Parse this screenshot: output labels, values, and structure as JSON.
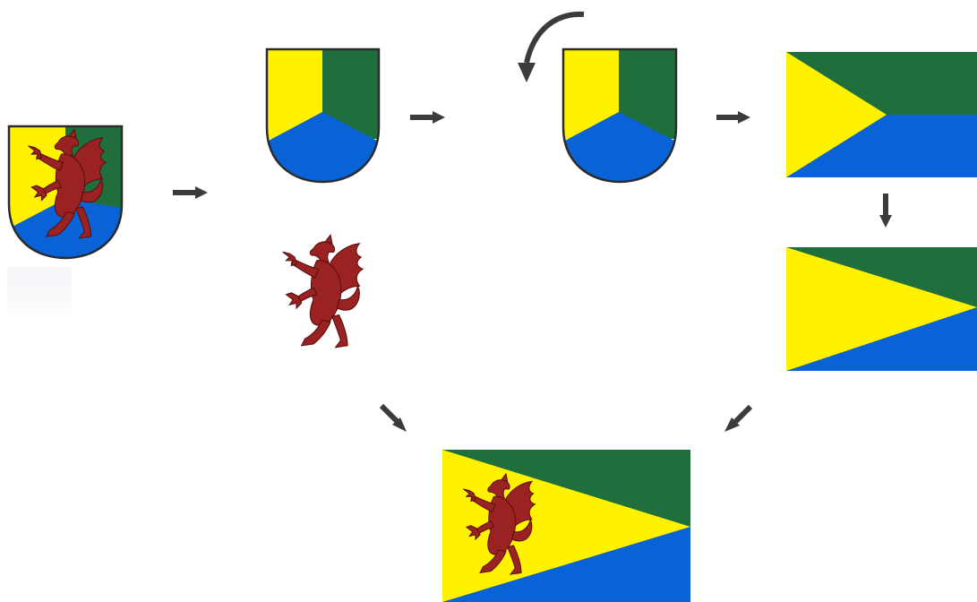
{
  "diagram": {
    "description_free": true,
    "colors": {
      "yellow": "#fff200",
      "green": "#1f6e3c",
      "blue": "#0a63d6",
      "griffin": "#9b2222",
      "griffin_dark": "#5a1010",
      "outline": "#2b2b2b",
      "arrow": "#3b3b3b"
    },
    "items": [
      {
        "name": "source-coat-of-arms",
        "kind": "shield-with-griffin"
      },
      {
        "name": "tinctures-shield",
        "kind": "shield-divided"
      },
      {
        "name": "griffin-figure",
        "kind": "griffin"
      },
      {
        "name": "rotated-tinctures-shield",
        "kind": "shield-divided"
      },
      {
        "name": "flag-draft-1",
        "kind": "flag-short-triangle"
      },
      {
        "name": "flag-draft-2",
        "kind": "flag-long-triangle"
      },
      {
        "name": "final-flag",
        "kind": "flag-with-griffin"
      }
    ],
    "arrows": [
      {
        "name": "arrow-arms-to-shield",
        "direction": "right"
      },
      {
        "name": "arrow-shield-to-rotated",
        "direction": "right"
      },
      {
        "name": "arrow-rotate",
        "direction": "counterclockwise"
      },
      {
        "name": "arrow-rotated-to-flag",
        "direction": "right"
      },
      {
        "name": "arrow-flag-to-flag2",
        "direction": "down"
      },
      {
        "name": "arrow-griffin-to-final",
        "direction": "down-right"
      },
      {
        "name": "arrow-flag2-to-final",
        "direction": "down-left"
      }
    ]
  }
}
